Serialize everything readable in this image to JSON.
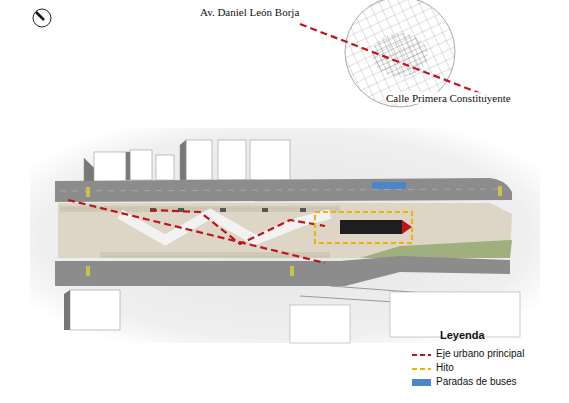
{
  "diagram": {
    "labels": [
      "Av. Daniel León Borja",
      "Calle Primera Constituyente",
      "Leyenda"
    ],
    "legend": [
      {
        "text": "Eje urbano principal"
      },
      {
        "text": "Hito"
      },
      {
        "text": "Paradas de buses",
        "color": "#4a86c8"
      }
    ]
  }
}
